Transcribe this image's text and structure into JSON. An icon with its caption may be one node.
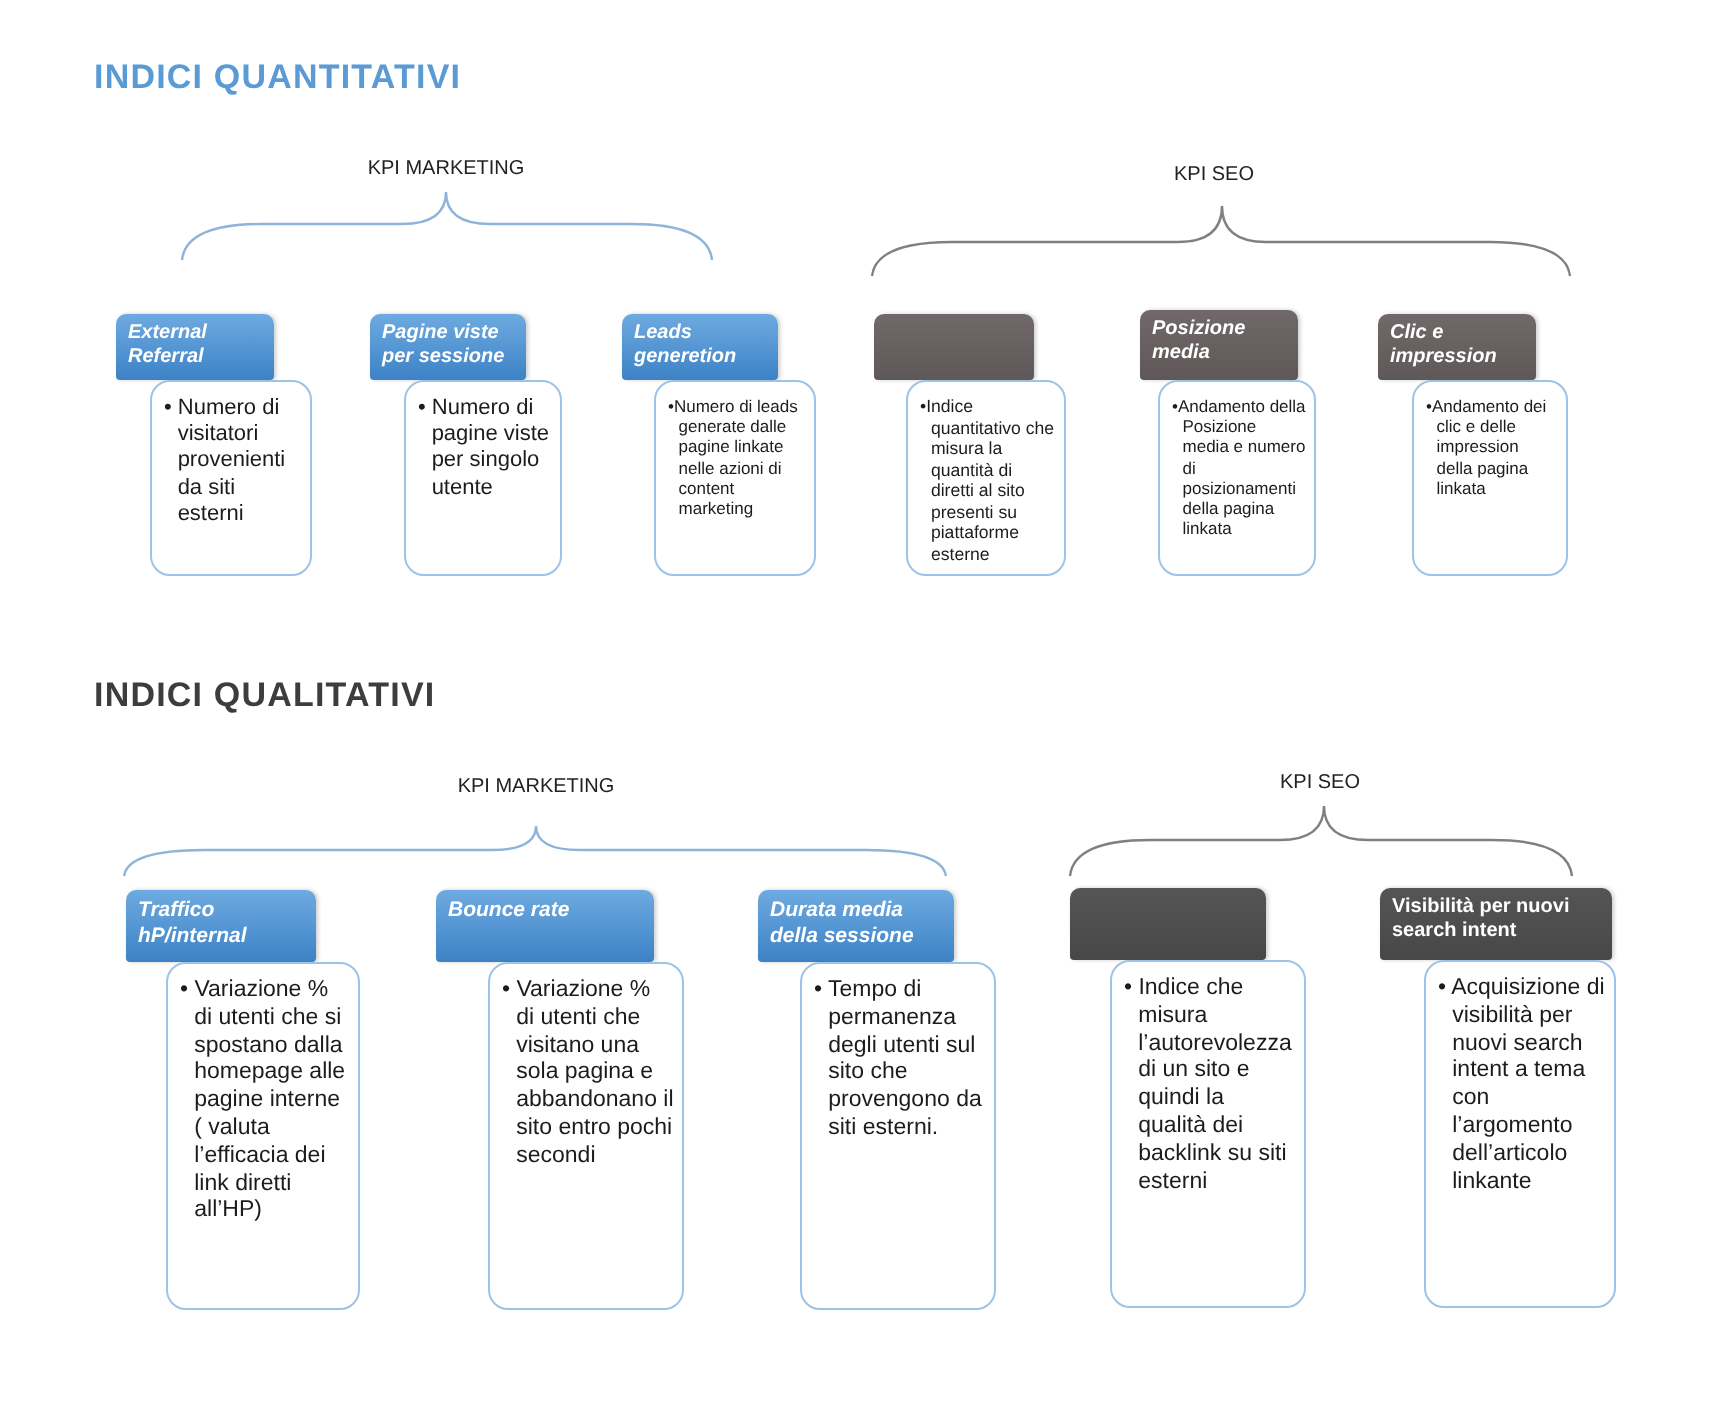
{
  "diagram": {
    "nodes": [
      {
        "text": [
          "External Referral"
        ]
      },
      {
        "text": [
          "• Numero di visitatori provenienti da siti esterni"
        ]
      },
      {
        "text": [
          "Pagine viste per sessione"
        ]
      },
      {
        "text": [
          "• Numero di pagine viste per singolo utente"
        ]
      },
      {
        "text": [
          "Leads generetion"
        ]
      },
      {
        "text": [
          "•Numero di leads generate dalle pagine linkate nelle azioni di content marketing"
        ]
      },
      {
        "text": [],
        "shape": "box"
      },
      {
        "text": [
          "•Indice quantitativo che misura la quantità di diretti al sito presenti su piattaforme esterne"
        ]
      },
      {
        "text": [
          "Posizione media"
        ]
      },
      {
        "text": [
          "•Andamento della Posizione media e numero di posizionamenti della pagina linkata"
        ]
      },
      {
        "text": [
          "Clic e impression"
        ]
      },
      {
        "text": [
          "•Andamento dei clic e delle impression della pagina linkata"
        ]
      },
      {
        "text": [
          "Traffico hP/internal"
        ]
      },
      {
        "text": [
          "• Variazione % di utenti che si spostano dalla homepage alle pagine interne ( valuta l’efficacia dei link diretti all’HP)"
        ]
      },
      {
        "text": [
          "Bounce rate"
        ]
      },
      {
        "text": [
          "• Variazione % di utenti che visitano una sola pagina e abbandonano il sito entro pochi secondi"
        ]
      },
      {
        "text": [
          "Durata media della sessione"
        ]
      },
      {
        "text": [
          "• Tempo di permanenza degli utenti sul sito che provengono da siti esterni."
        ]
      },
      {
        "text": [],
        "shape": "box"
      },
      {
        "text": [
          "• Indice che misura l’autorevolezza di un sito e quindi la qualità dei backlink su siti esterni"
        ]
      },
      {
        "text": [
          "Visibilità per nuovi search intent"
        ]
      },
      {
        "text": [
          "• Acquisizione di visibilità per nuovi search intent a tema con l’argomento dell’articolo linkante"
        ]
      }
    ],
    "edges": [],
    "labels": [
      "INDICI QUANTITATIVI",
      "KPI MARKETING",
      "KPI SEO",
      "INDICI QUALITATIVI",
      "KPI MARKETING",
      "KPI SEO"
    ]
  }
}
